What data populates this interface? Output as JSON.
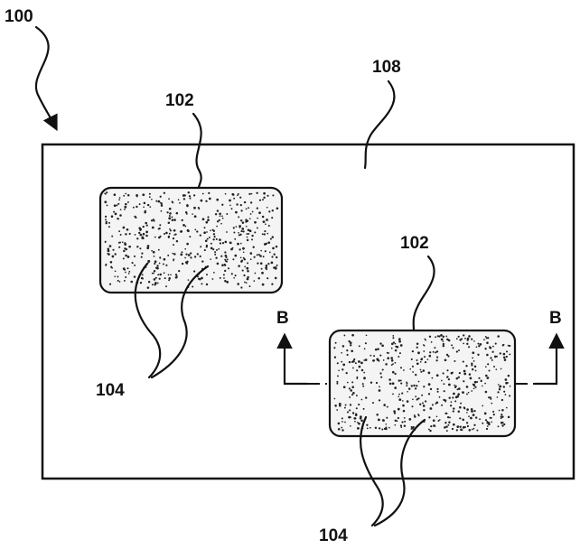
{
  "labels": {
    "figure_ref": "100",
    "substrate_ref": "108",
    "region_ref_left": "102",
    "region_ref_right": "102",
    "particle_ref_left": "104",
    "particle_ref_right": "104",
    "section_left": "B",
    "section_right": "B"
  },
  "colors": {
    "ink": "#111111",
    "background": "#ffffff",
    "region_fill": "#f4f4f4",
    "dot": "#222222"
  }
}
